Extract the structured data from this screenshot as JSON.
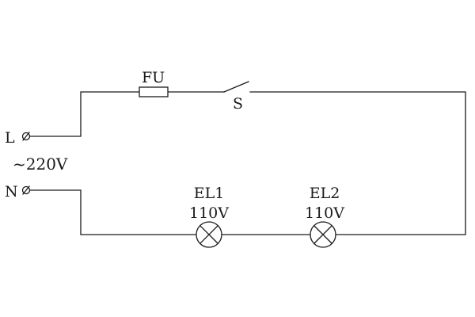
{
  "terminals": {
    "live": "L",
    "neutral": "N"
  },
  "supply": "~220V",
  "fuse": "FU",
  "switch": "S",
  "lamps": [
    {
      "name": "EL1",
      "rating": "110V"
    },
    {
      "name": "EL2",
      "rating": "110V"
    }
  ]
}
